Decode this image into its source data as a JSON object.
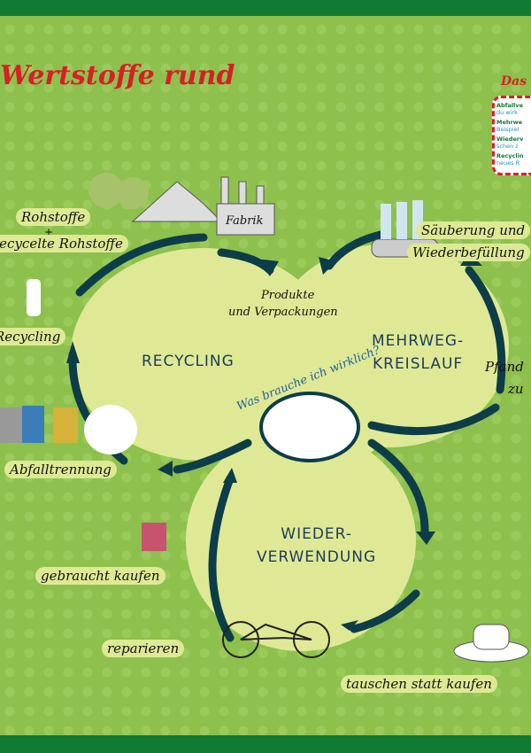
{
  "title": "Wertstoffe rund",
  "info_box": {
    "heading": "Das",
    "lines": [
      [
        "Abfallve",
        "du wirk"
      ],
      [
        "Mehrwe",
        "Beispiel"
      ],
      [
        "Wiederv",
        "schen z"
      ],
      [
        "Recyclin",
        "neues R"
      ]
    ]
  },
  "cycles": {
    "recycling": "RECYCLING",
    "mehrweg": [
      "MEHRWEG-",
      "KREISLAUF"
    ],
    "wiederverwendung": [
      "WIEDER-",
      "VERWENDUNG"
    ]
  },
  "labels": {
    "rohstoffe": "Rohstoffe",
    "plus": "+",
    "recycelte": "recycelte Rohstoffe",
    "fabrik": "Fabrik",
    "produkte": "Produkte",
    "verpackungen": "und Verpackungen",
    "saeuberung": "Säuberung und",
    "wiederbefuellung": "Wiederbefüllung",
    "pfand": "Pfand",
    "zu": "zu",
    "recycling": "Recycling",
    "abfalltrennung": "Abfalltrennung",
    "gebraucht": "gebraucht kaufen",
    "reparieren": "reparieren",
    "tauschen": "tauschen statt kaufen",
    "question": "Was brauche ich wirklich?"
  },
  "colors": {
    "background": "#8dc04c",
    "cloud": "#dfe995",
    "arrow": "#0d3d48",
    "title": "#d81f26",
    "frame": "#117a33"
  }
}
